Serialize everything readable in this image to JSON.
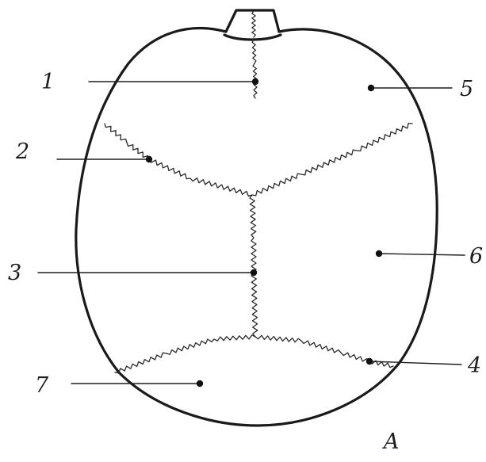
{
  "diagram": {
    "labels": [
      {
        "id": "1",
        "text": "1"
      },
      {
        "id": "2",
        "text": "2"
      },
      {
        "id": "3",
        "text": "3"
      },
      {
        "id": "4",
        "text": "4"
      },
      {
        "id": "5",
        "text": "5"
      },
      {
        "id": "6",
        "text": "6"
      },
      {
        "id": "7",
        "text": "7"
      }
    ],
    "corner_mark": {
      "text": "A"
    }
  },
  "colors": {
    "ink": "#1a1a1a",
    "background": "#ffffff"
  }
}
